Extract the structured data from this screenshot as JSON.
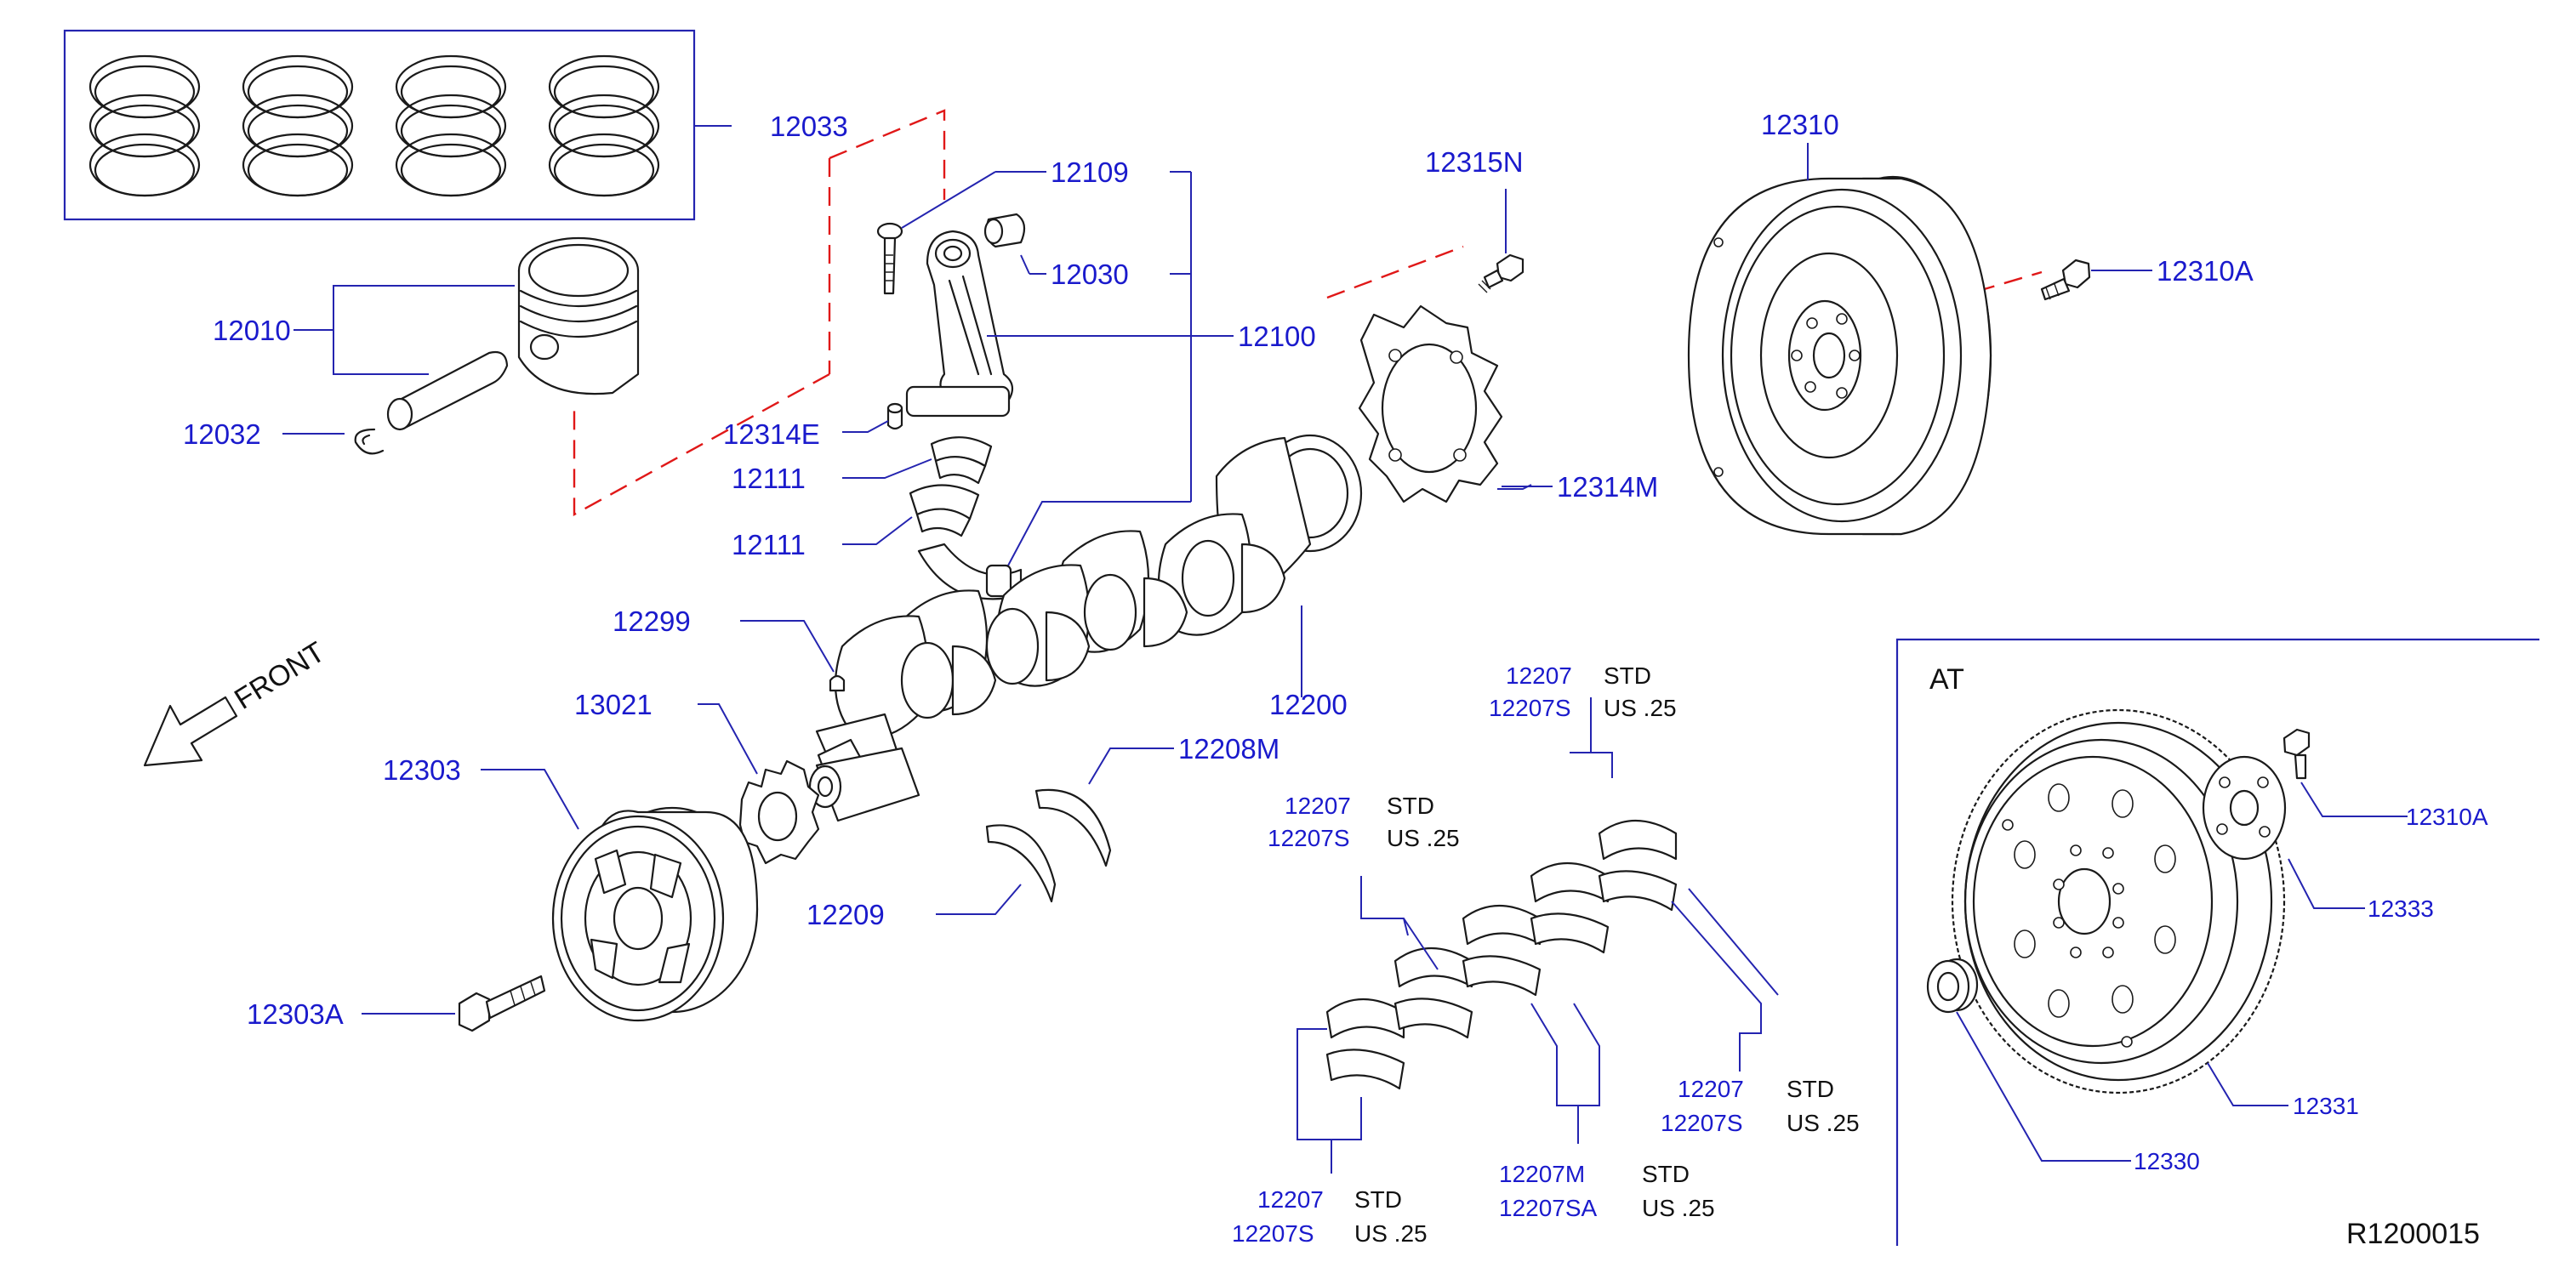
{
  "callouts": {
    "c12033": "12033",
    "c12109": "12109",
    "c12030": "12030",
    "c12100": "12100",
    "c12010": "12010",
    "c12032": "12032",
    "c12314E": "12314E",
    "c12111a": "12111",
    "c12111b": "12111",
    "c12315N": "12315N",
    "c12314M": "12314M",
    "c12310": "12310",
    "c12310A": "12310A",
    "c12299": "12299",
    "c13021": "13021",
    "c12303": "12303",
    "c12303A": "12303A",
    "c12200": "12200",
    "c12208M": "12208M",
    "c12209": "12209"
  },
  "front_label": "FRONT",
  "bearing_groups": {
    "g1": {
      "part": "12207",
      "part_s": "12207S",
      "std": "STD",
      "us": "US  .25"
    },
    "g2": {
      "part": "12207",
      "part_s": "12207S",
      "std": "STD",
      "us": "US  .25"
    },
    "g3": {
      "part": "12207",
      "part_s": "12207S",
      "std": "STD",
      "us": "US  .25"
    },
    "g4": {
      "part": "12207",
      "part_s": "12207S",
      "std": "STD",
      "us": "US  .25"
    },
    "g5": {
      "part": "12207M",
      "part_s": "12207SA",
      "std": "STD",
      "us": "US  .25"
    }
  },
  "at_box": {
    "title": "AT",
    "c12310A": "12310A",
    "c12333": "12333",
    "c12331": "12331",
    "c12330": "12330"
  },
  "figure_id": "R1200015",
  "colors": {
    "callout": "#1a1acc",
    "leader": "#2424b0",
    "dashed_guide": "#e01818",
    "line_art": "#1a1a1a"
  }
}
